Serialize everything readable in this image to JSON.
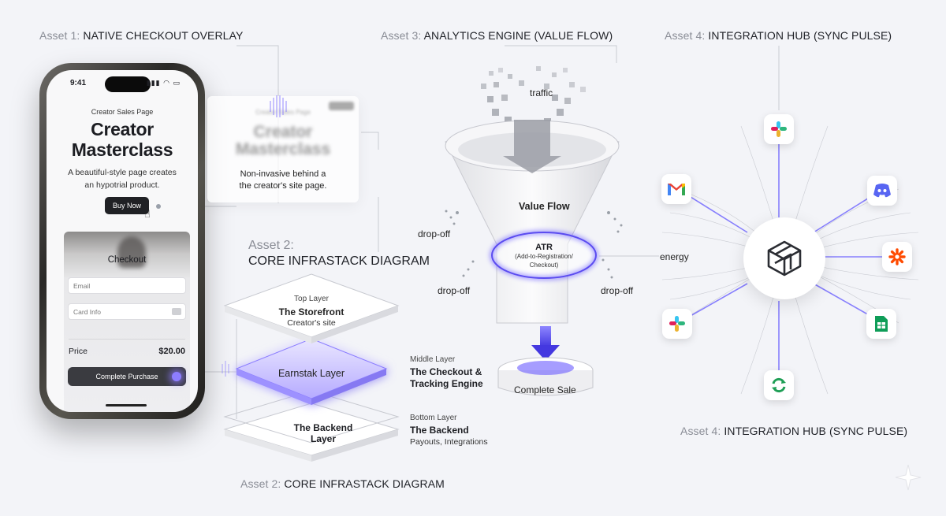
{
  "titles": {
    "asset1": {
      "prefix": "Asset 1:",
      "name": "NATIVE CHECKOUT OVERLAY"
    },
    "asset2_top": {
      "prefix": "Asset 2:",
      "name": "CORE INFRASTACK DIAGRAM"
    },
    "asset2_bottom": {
      "prefix": "Asset 2:",
      "name": "CORE INFRASTACK DIAGRAM"
    },
    "asset3": {
      "prefix": "Asset 3:",
      "name": "ANALYTICS ENGINE (VALUE FLOW)"
    },
    "asset4_top": {
      "prefix": "Asset 4:",
      "name": "INTEGRATION HUB (SYNC PULSE)"
    },
    "asset4_bottom": {
      "prefix": "Asset 4:",
      "name": "INTEGRATION HUB (SYNC PULSE)"
    }
  },
  "phone": {
    "time": "9:41",
    "status_icons": "▮▮▮ ◠ ▭",
    "subtitle": "Creator Sales Page",
    "title_line1": "Creator",
    "title_line2": "Masterclass",
    "description": "A beautiful-style page creates an hypotrial product.",
    "buy_button": "Buy Now",
    "checkout": {
      "title": "Checkout",
      "email_placeholder": "Email",
      "card_placeholder": "Card Info",
      "price_label": "Price",
      "price_value": "$20.00",
      "complete_button": "Complete Purchase"
    }
  },
  "overlay": {
    "ghost_subtitle": "Creator Sales Page",
    "ghost_title_line1": "Creator",
    "ghost_title_line2": "Masterclass",
    "note_line1": "Non-invasive behind a",
    "note_line2": "the creator's site page."
  },
  "stack": {
    "top": {
      "tag": "Top Layer",
      "title": "The Storefront",
      "sub": "Creator's site"
    },
    "middle": {
      "center": "Earnstak Layer",
      "tag": "Middle Layer",
      "title_line1": "The Checkout &",
      "title_line2": "Tracking Engine"
    },
    "bottom": {
      "center_line1": "The Backend",
      "center_line2": "Layer",
      "tag": "Bottom Layer",
      "title": "The Backend",
      "sub": "Payouts, Integrations"
    }
  },
  "funnel": {
    "traffic": "traffic",
    "value_flow": "Value Flow",
    "drop_left": "drop-off",
    "drop_left_low": "drop-off",
    "drop_right_low": "drop-off",
    "atr": "ATR",
    "atr_sub1": "(Add-to-Registration/",
    "atr_sub2": "Checkout)",
    "complete_sale": "Complete Sale",
    "energy": "energy"
  },
  "integrations": {
    "center_icon": "layered-box-logo-icon",
    "apps": [
      "slack-icon",
      "discord-icon",
      "zapier-icon",
      "google-sheets-icon",
      "sync-icon",
      "slack-icon",
      "gmail-icon"
    ],
    "colors": {
      "pulse": "#6d63ff",
      "zapier": "#ff4a00",
      "sheets": "#0f9d58",
      "discord": "#5865f2",
      "sync": "#1e9e55"
    }
  }
}
